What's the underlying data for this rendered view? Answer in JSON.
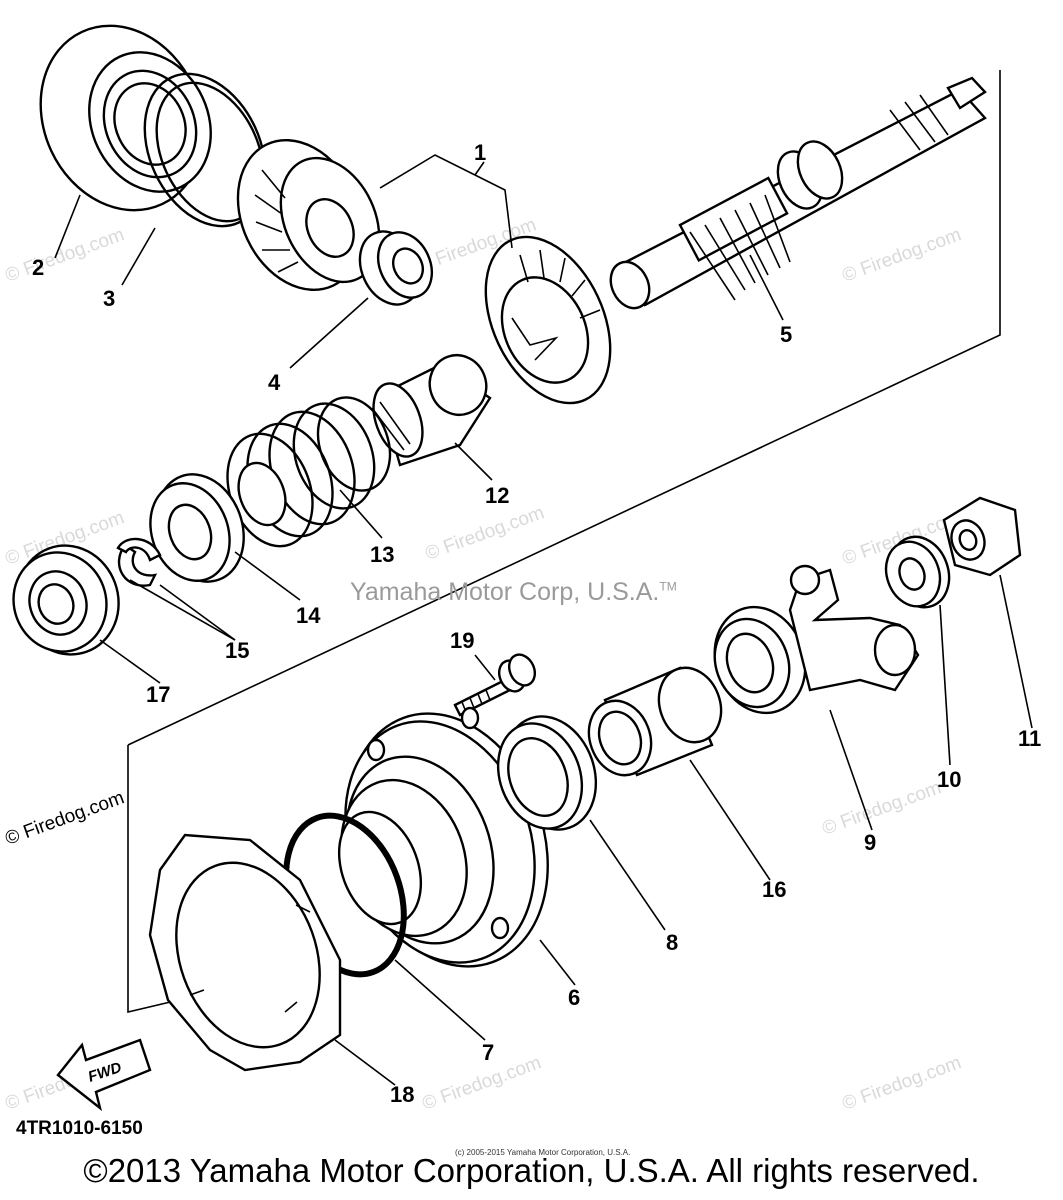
{
  "diagram": {
    "code": "4TR1010-6150",
    "direction_label": "FWD",
    "center_watermark": "Yamaha Motor Corp, U.S.A.",
    "center_watermark_tm": "TM",
    "site_watermark": "© Firedog.com",
    "tiny_copyright": "(c) 2005-2015 Yamaha Motor Corporation, U.S.A.",
    "copyright": "©2013 Yamaha Motor Corporation, U.S.A. All rights reserved."
  },
  "callouts": [
    "1",
    "2",
    "3",
    "4",
    "5",
    "6",
    "7",
    "8",
    "9",
    "10",
    "11",
    "12",
    "13",
    "14",
    "15",
    "16",
    "17",
    "18",
    "19"
  ]
}
